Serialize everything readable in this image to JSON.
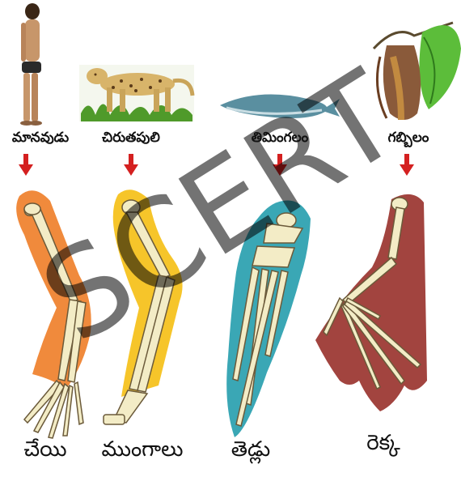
{
  "animals": [
    {
      "id": "human",
      "name": "మానవుడు",
      "limb": "చేయి"
    },
    {
      "id": "cheetah",
      "name": "చిరుతపులి",
      "limb": "ముంగాలు"
    },
    {
      "id": "whale",
      "name": "తిమింగలం",
      "limb": "తెడ్లు"
    },
    {
      "id": "bat",
      "name": "గబ్బిలం",
      "limb": "రెక్క"
    }
  ],
  "watermark": "SCERT",
  "colors": {
    "arrow": "#d42020",
    "human_limb": "#f08a3c",
    "cheetah_limb": "#f6c52a",
    "whale_limb": "#3aa7b5",
    "bat_wing": "#a2443f",
    "bone": "#f3ecc6",
    "bone_outline": "#6b5a3a"
  },
  "icons": [
    "human-figure",
    "cheetah",
    "whale",
    "bat",
    "down-arrow"
  ]
}
